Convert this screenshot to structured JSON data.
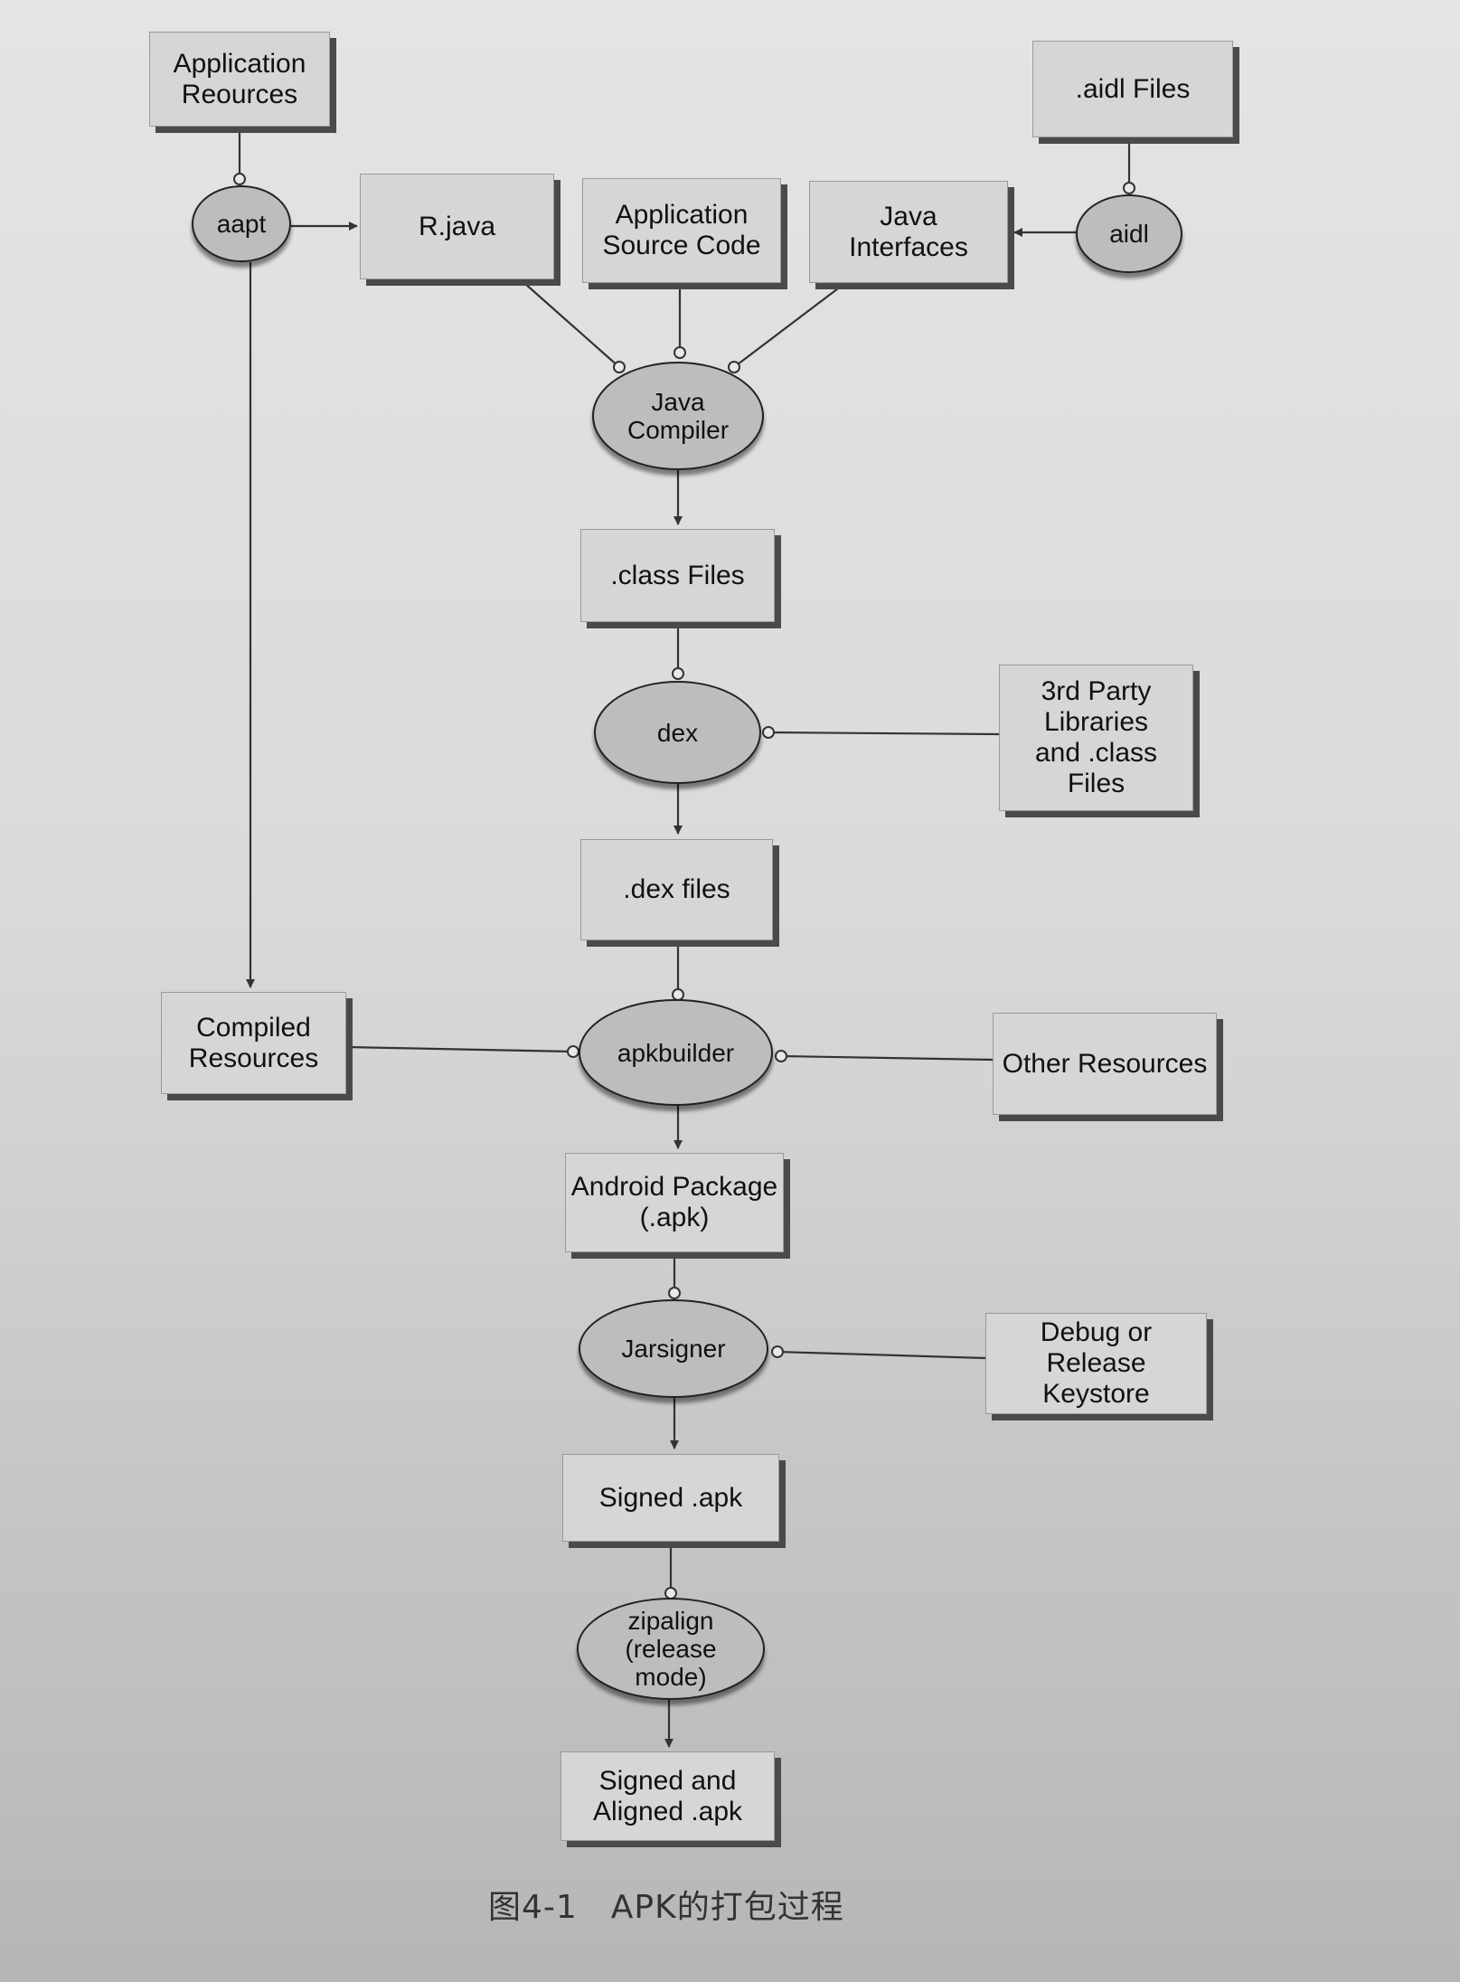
{
  "nodes": {
    "app_resources": "Application\nReources",
    "aidl_files": ".aidl Files",
    "aapt": "aapt",
    "r_java": "R.java",
    "app_source": "Application\nSource Code",
    "java_interfaces": "Java\nInterfaces",
    "aidl": "aidl",
    "java_compiler": "Java\nCompiler",
    "class_files": ".class Files",
    "dex": "dex",
    "third_party": "3rd Party\nLibraries\nand .class\nFiles",
    "dex_files": ".dex files",
    "compiled_resources": "Compiled\nResources",
    "apkbuilder": "apkbuilder",
    "other_resources": "Other Resources",
    "android_package": "Android Package\n(.apk)",
    "jarsigner": "Jarsigner",
    "keystore": "Debug or\nRelease\nKeystore",
    "signed_apk": "Signed .apk",
    "zipalign": "zipalign\n(release\nmode)",
    "signed_aligned": "Signed and\nAligned .apk"
  },
  "caption": "图4-1　APK的打包过程"
}
